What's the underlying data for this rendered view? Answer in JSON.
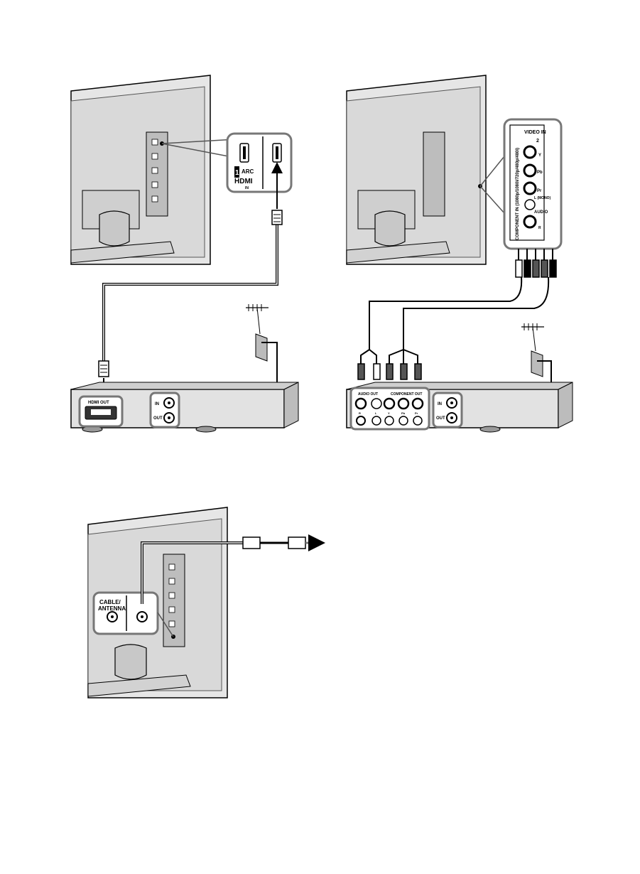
{
  "diagram_1": {
    "hdmi_label": "HDMI",
    "hdmi_number": "1",
    "hdmi_arc": "ARC",
    "hdmi_in": "IN",
    "box_hdmi_label": "HDMI OUT",
    "box_in_label": "IN",
    "box_out_label": "OUT"
  },
  "diagram_2": {
    "video_in_label": "VIDEO IN",
    "video_in_number": "2",
    "component_label": "COMPONENT IN (1080p/1080i/720p/480p/480i)",
    "y_label": "Y",
    "pb_label": "Pb",
    "pr_label": "Pr",
    "audio_label": "AUDIO",
    "l_mono_label": "L (MONO)",
    "r_label": "R",
    "box_audio_out": "AUDIO OUT",
    "box_component_out": "COMPONENT OUT",
    "box_r": "R",
    "box_l": "L",
    "box_y": "Y",
    "box_pb": "Pb",
    "box_pr": "Pr",
    "box_in_label": "IN",
    "box_out_label": "OUT"
  },
  "diagram_3": {
    "cable_antenna_label": "CABLE/\nANTENNA"
  },
  "colors": {
    "line": "#000000",
    "tv_fill": "#e4e4e4",
    "tv_shade": "#c8c8c8",
    "connector": "#555555"
  }
}
